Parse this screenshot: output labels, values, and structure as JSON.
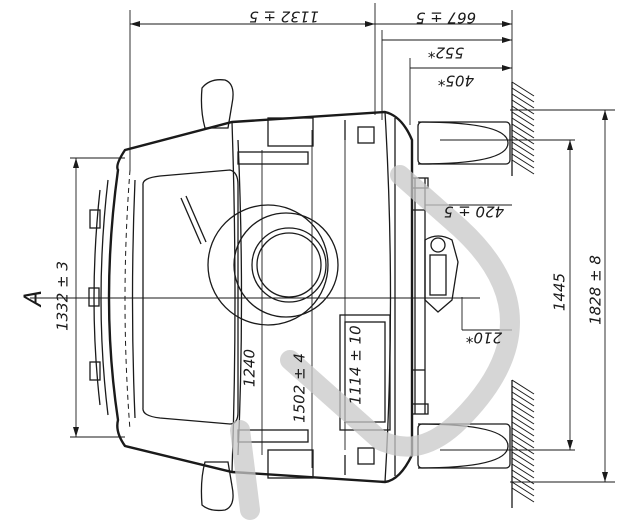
{
  "view_label": "A",
  "dimensions": {
    "d1132": "1132 ± 5",
    "d667": "667 ± 5",
    "d552": "552*",
    "d405": "405*",
    "d420": "420 ± 5",
    "d210": "210*",
    "d1445": "1445",
    "d1828": "1828 ± 8",
    "d1332": "1332 ± 3",
    "d1240": "1240",
    "d1502": "1502 ± 4",
    "d1114": "1114 ± 10"
  },
  "colors": {
    "line": "#1a1a1a",
    "watermark": "#c8c8c8"
  }
}
